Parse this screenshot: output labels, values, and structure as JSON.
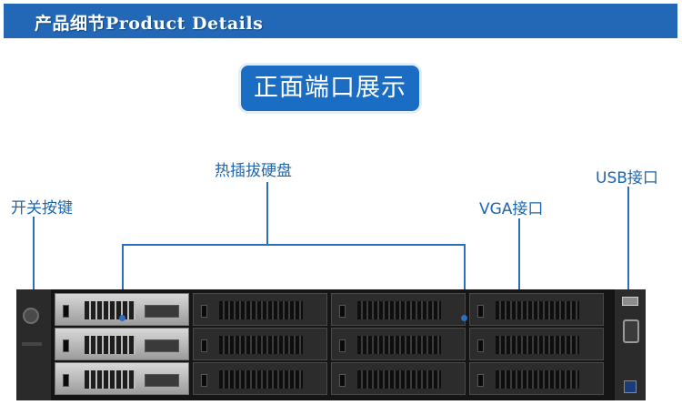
{
  "header": {
    "title": "产品细节Product Details"
  },
  "section": {
    "title": "正面端口展示"
  },
  "labels": {
    "power": "开关按键",
    "hotswap": "热插拔硬盘",
    "vga": "VGA接口",
    "usb": "USB接口"
  },
  "colors": {
    "header_bg": "#2268b7",
    "accent": "#1b6dc3",
    "label_text": "#1e66b0",
    "server_body": "#151515"
  }
}
